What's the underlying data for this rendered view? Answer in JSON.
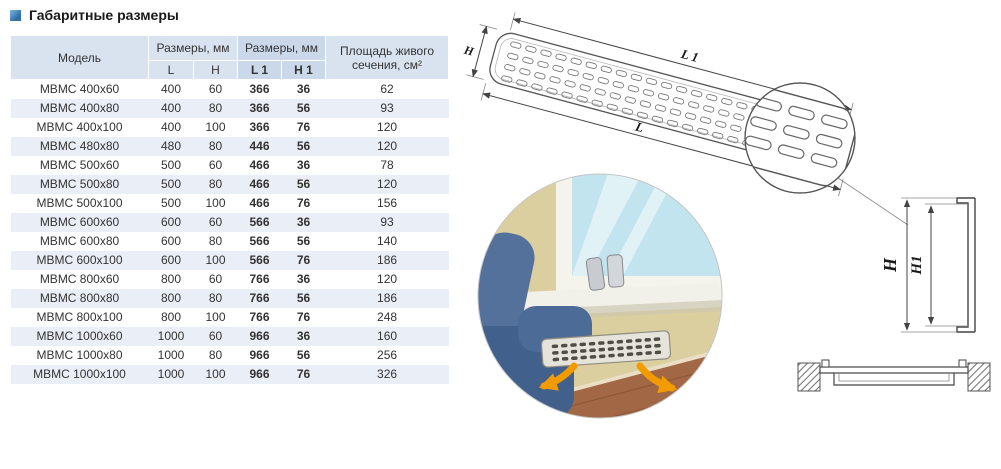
{
  "title": "Габаритные размеры",
  "table": {
    "col_model": "Модель",
    "col_dims_lh": "Размеры, мм",
    "col_dims_l1h1": "Размеры, мм",
    "col_l": "L",
    "col_h": "H",
    "col_l1": "L 1",
    "col_h1": "H 1",
    "col_area": "Площадь живого сечения, см²",
    "rows": [
      [
        "МВМС 400x60",
        "400",
        "60",
        "366",
        "36",
        "62"
      ],
      [
        "МВМС 400x80",
        "400",
        "80",
        "366",
        "56",
        "93"
      ],
      [
        "МВМС 400x100",
        "400",
        "100",
        "366",
        "76",
        "120"
      ],
      [
        "МВМС 480x80",
        "480",
        "80",
        "446",
        "56",
        "120"
      ],
      [
        "МВМС 500x60",
        "500",
        "60",
        "466",
        "36",
        "78"
      ],
      [
        "МВМС 500x80",
        "500",
        "80",
        "466",
        "56",
        "120"
      ],
      [
        "МВМС 500x100",
        "500",
        "100",
        "466",
        "76",
        "156"
      ],
      [
        "МВМС 600x60",
        "600",
        "60",
        "566",
        "36",
        "93"
      ],
      [
        "МВМС 600x80",
        "600",
        "80",
        "566",
        "56",
        "140"
      ],
      [
        "МВМС 600x100",
        "600",
        "100",
        "566",
        "76",
        "186"
      ],
      [
        "МВМС 800x60",
        "800",
        "60",
        "766",
        "36",
        "120"
      ],
      [
        "МВМС 800x80",
        "800",
        "80",
        "766",
        "56",
        "186"
      ],
      [
        "МВМС 800x100",
        "800",
        "100",
        "766",
        "76",
        "248"
      ],
      [
        "МВМС 1000x60",
        "1000",
        "60",
        "966",
        "36",
        "160"
      ],
      [
        "МВМС 1000x80",
        "1000",
        "80",
        "966",
        "56",
        "256"
      ],
      [
        "МВМС 1000x100",
        "1000",
        "100",
        "966",
        "76",
        "326"
      ]
    ]
  },
  "diagram": {
    "labels": {
      "dim_l1": "L 1",
      "dim_l": "L",
      "dim_h": "H",
      "profile_h": "H",
      "profile_h1": "H1"
    },
    "colors": {
      "arrow_orange": "#f29b00",
      "sofa_blue": "#42608c",
      "wall_tan": "#dccf9f",
      "glass_blue": "#c2e4ee"
    }
  }
}
